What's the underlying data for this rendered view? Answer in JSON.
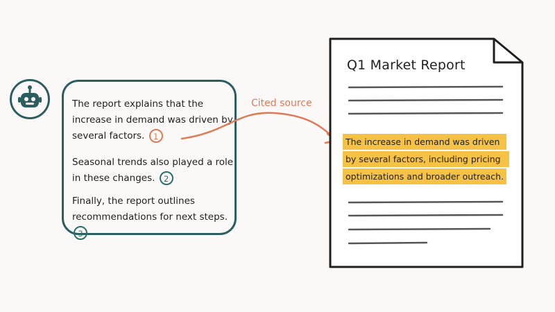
{
  "answer": {
    "paragraph_1": "The report explains that the increase in demand was driven by several factors.",
    "paragraph_2": "Seasonal trends also played a role in these changes.",
    "paragraph_3": "Finally, the report outlines recommendations for next steps.",
    "citations": [
      "1",
      "2",
      "3"
    ]
  },
  "arrow": {
    "label": "Cited source"
  },
  "report": {
    "title": "Q1 Market Report",
    "highlight_lines": [
      "The increase in demand was driven",
      "by several factors, including pricing",
      "optimizations and broader outreach."
    ]
  },
  "icons": {
    "assistant": "robot-icon",
    "document": "document-icon"
  },
  "colors": {
    "teal": "#2c5e61",
    "accent": "#e07a55",
    "highlight": "#f5c245",
    "ink": "#1f1f1f"
  }
}
